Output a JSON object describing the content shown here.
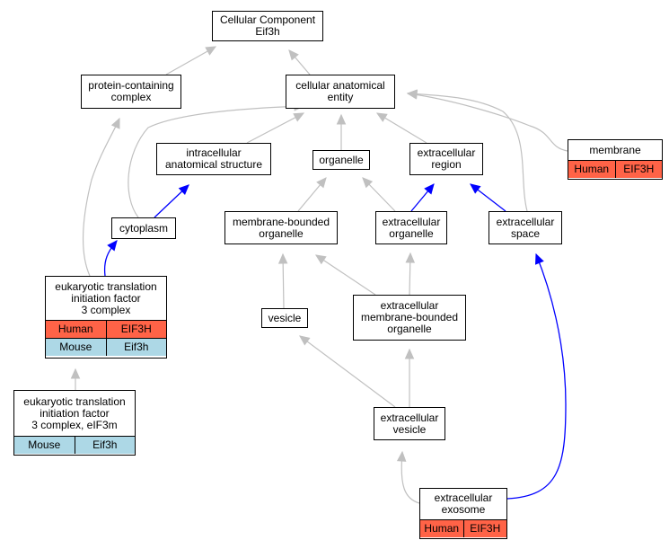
{
  "colors": {
    "gray_edge": "#c0c0c0",
    "blue_edge": "#0000ff",
    "human": "#ff6347",
    "mouse": "#add8e6"
  },
  "nodes": {
    "root": {
      "title": "Cellular Component\nEif3h"
    },
    "protein_complex": {
      "title": "protein-containing\ncomplex"
    },
    "cellular_entity": {
      "title": "cellular anatomical\nentity"
    },
    "intracellular_structure": {
      "title": "intracellular\nanatomical structure"
    },
    "organelle": {
      "title": "organelle"
    },
    "extracellular_region": {
      "title": "extracellular\nregion"
    },
    "membrane": {
      "title": "membrane",
      "rows": [
        [
          "Human",
          "EIF3H"
        ]
      ]
    },
    "cytoplasm": {
      "title": "cytoplasm"
    },
    "membrane_bounded_organelle": {
      "title": "membrane-bounded\norganelle"
    },
    "extracellular_organelle": {
      "title": "extracellular\norganelle"
    },
    "extracellular_space": {
      "title": "extracellular\nspace"
    },
    "eif3_complex": {
      "title": "eukaryotic translation\ninitiation factor\n3 complex",
      "rows": [
        [
          "Human",
          "EIF3H"
        ],
        [
          "Mouse",
          "Eif3h"
        ]
      ]
    },
    "vesicle": {
      "title": "vesicle"
    },
    "extracellular_mb_organelle": {
      "title": "extracellular\nmembrane-bounded\norganelle"
    },
    "eif3m_complex": {
      "title": "eukaryotic translation\ninitiation factor\n3 complex, eIF3m",
      "rows": [
        [
          "Mouse",
          "Eif3h"
        ]
      ]
    },
    "extracellular_vesicle": {
      "title": "extracellular\nvesicle"
    },
    "extracellular_exosome": {
      "title": "extracellular\nexosome",
      "rows": [
        [
          "Human",
          "EIF3H"
        ]
      ]
    }
  },
  "edges": [
    {
      "from": "protein_complex",
      "to": "root",
      "color": "gray"
    },
    {
      "from": "cellular_entity",
      "to": "root",
      "color": "gray"
    },
    {
      "from": "intracellular_structure",
      "to": "cellular_entity",
      "color": "gray"
    },
    {
      "from": "organelle",
      "to": "cellular_entity",
      "color": "gray"
    },
    {
      "from": "extracellular_region",
      "to": "cellular_entity",
      "color": "gray"
    },
    {
      "from": "membrane",
      "to": "cellular_entity",
      "color": "gray"
    },
    {
      "from": "cytoplasm",
      "to": "cellular_entity",
      "color": "gray"
    },
    {
      "from": "extracellular_space",
      "to": "cellular_entity",
      "color": "gray"
    },
    {
      "from": "cytoplasm",
      "to": "intracellular_structure",
      "color": "blue"
    },
    {
      "from": "membrane_bounded_organelle",
      "to": "organelle",
      "color": "gray"
    },
    {
      "from": "extracellular_organelle",
      "to": "organelle",
      "color": "gray"
    },
    {
      "from": "extracellular_organelle",
      "to": "extracellular_region",
      "color": "blue"
    },
    {
      "from": "extracellular_space",
      "to": "extracellular_region",
      "color": "blue"
    },
    {
      "from": "eif3_complex",
      "to": "cytoplasm",
      "color": "blue"
    },
    {
      "from": "eif3_complex",
      "to": "protein_complex",
      "color": "gray"
    },
    {
      "from": "vesicle",
      "to": "membrane_bounded_organelle",
      "color": "gray"
    },
    {
      "from": "extracellular_mb_organelle",
      "to": "membrane_bounded_organelle",
      "color": "gray"
    },
    {
      "from": "extracellular_mb_organelle",
      "to": "extracellular_organelle",
      "color": "gray"
    },
    {
      "from": "eif3m_complex",
      "to": "eif3_complex",
      "color": "gray"
    },
    {
      "from": "extracellular_vesicle",
      "to": "vesicle",
      "color": "gray"
    },
    {
      "from": "extracellular_vesicle",
      "to": "extracellular_mb_organelle",
      "color": "gray"
    },
    {
      "from": "extracellular_exosome",
      "to": "extracellular_vesicle",
      "color": "gray"
    },
    {
      "from": "extracellular_exosome",
      "to": "extracellular_space",
      "color": "blue"
    }
  ]
}
